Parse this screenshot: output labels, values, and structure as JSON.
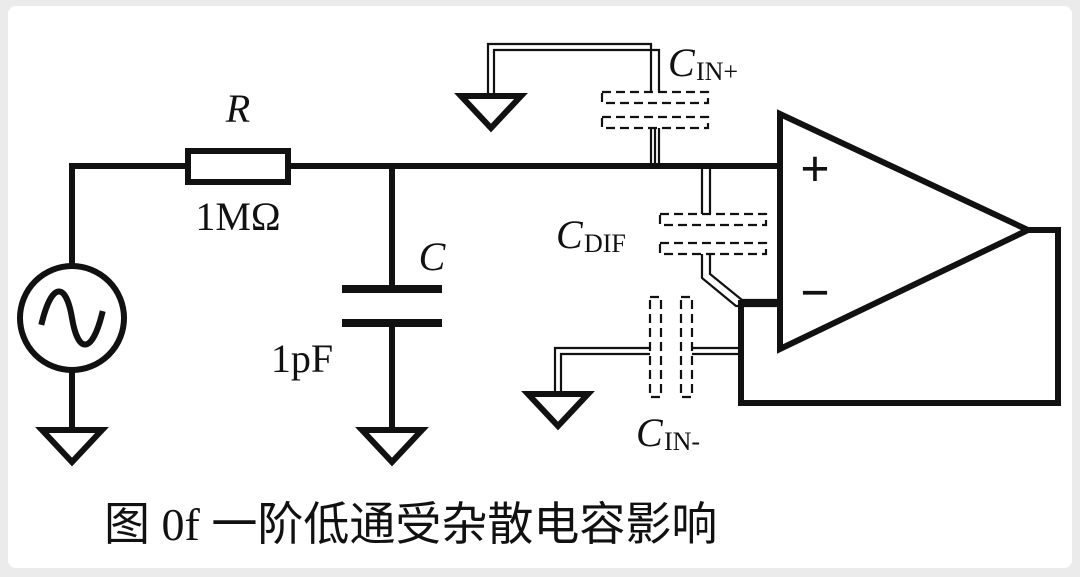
{
  "labels": {
    "resistor_name": "R",
    "resistor_value": "1MΩ",
    "capacitor_name": "C",
    "capacitor_value": "1pF",
    "cin_plus_main": "C",
    "cin_plus_sub": "IN+",
    "cdif_main": "C",
    "cdif_sub": "DIF",
    "cin_minus_main": "C",
    "cin_minus_sub": "IN-",
    "plus_sign": "+",
    "minus_sign": "−"
  },
  "caption": "图 0f 一阶低通受杂散电容影响"
}
